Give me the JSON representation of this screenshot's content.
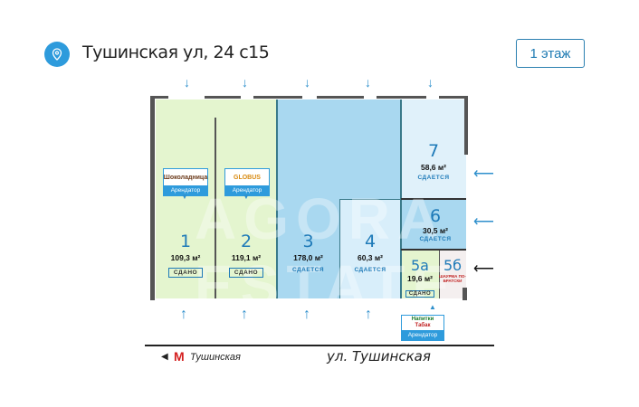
{
  "header": {
    "address": "Тушинская ул, 24 с15",
    "floor_button": "1 этаж",
    "pin_icon": "map-pin-icon"
  },
  "colors": {
    "accent": "#2e9bdc",
    "rented": "#e4f5cf",
    "available_dark": "#a9d8f0",
    "available_light": "#d8eefa",
    "wall": "#555555"
  },
  "units": [
    {
      "number": "1",
      "area": "109,3 м²",
      "status": "СДАНО",
      "tenant_logo": "Шоколадница",
      "tenant_label": "Арендатор"
    },
    {
      "number": "2",
      "area": "119,1 м²",
      "status": "СДАНО",
      "tenant_logo": "GLOBUS",
      "tenant_label": "Арендатор"
    },
    {
      "number": "3",
      "area": "178,0 м²",
      "status": "СДАЕТСЯ"
    },
    {
      "number": "4",
      "area": "60,3 м²",
      "status": "СДАЕТСЯ"
    },
    {
      "number": "7",
      "area": "58,6 м²",
      "status": "СДАЕТСЯ"
    },
    {
      "number": "6",
      "area": "30,5 м²",
      "status": "СДАЕТСЯ"
    },
    {
      "number": "5а",
      "area": "19,6 м²",
      "status": "СДАНО",
      "tenant_line1": "Напитки",
      "tenant_line2": "Табак",
      "tenant_label": "Арендатор"
    },
    {
      "number": "5б",
      "note": "ШАУРМА ПО-БРАТСКИ"
    }
  ],
  "street": {
    "metro_letter": "М",
    "metro": "Тушинская",
    "name": "ул. Тушинская"
  },
  "watermark": "AGORA ESTATE"
}
